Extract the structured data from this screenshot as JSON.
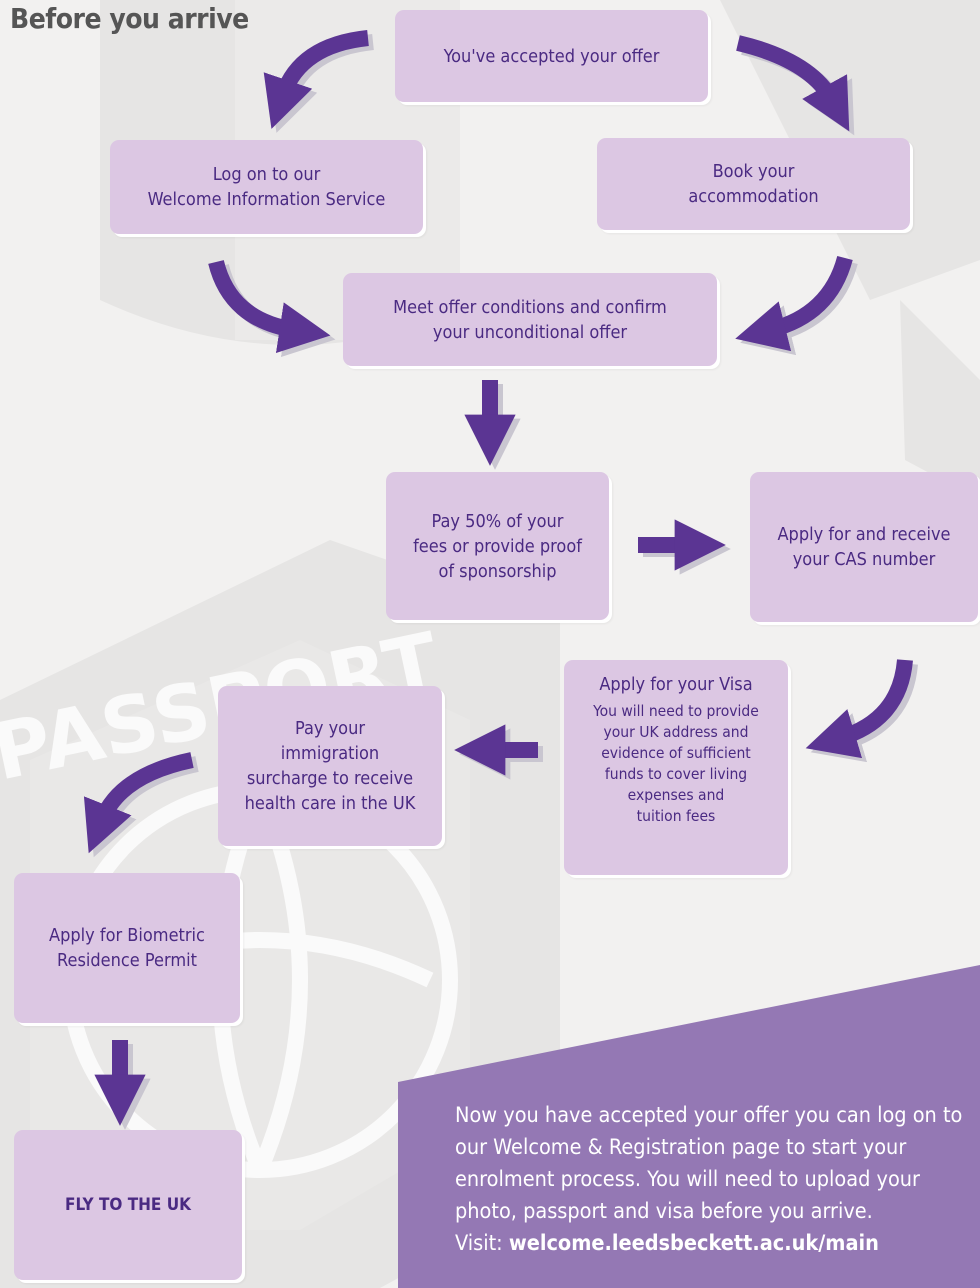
{
  "page_title": "Before you arrive",
  "colors": {
    "box_fill": "#dcc7e3",
    "box_text": "#4a2a82",
    "arrow": "#5b3593",
    "panel": "#9478b4",
    "background": "#f2f1f0"
  },
  "steps": {
    "accepted_offer": "You've accepted your offer",
    "log_on": "Log on to our\nWelcome Information Service",
    "book_accommodation": "Book your\naccommodation",
    "meet_conditions": "Meet offer conditions and confirm\nyour unconditional offer",
    "pay_fees": "Pay 50% of your\nfees or provide proof\nof sponsorship",
    "cas_number": "Apply for and receive\nyour CAS number",
    "visa_title": "Apply for your Visa",
    "visa_detail": "You will need to provide\nyour UK address and\nevidence of sufficient\nfunds to cover living\nexpenses and\ntuition fees",
    "immigration_surcharge": "Pay your\nimmigration\nsurcharge to receive\nhealth care in the UK",
    "biometric_permit": "Apply for Biometric\nResidence Permit",
    "fly": "FLY TO THE UK"
  },
  "info_panel": {
    "text": "Now you have accepted your offer you can log on to our Welcome & Registration page to start your enrolment process. You will need to upload your photo, passport and visa before you arrive.",
    "visit_label": "Visit: ",
    "visit_url": "welcome.leedsbeckett.ac.uk/main"
  },
  "background_watermark": "PASSPORT"
}
